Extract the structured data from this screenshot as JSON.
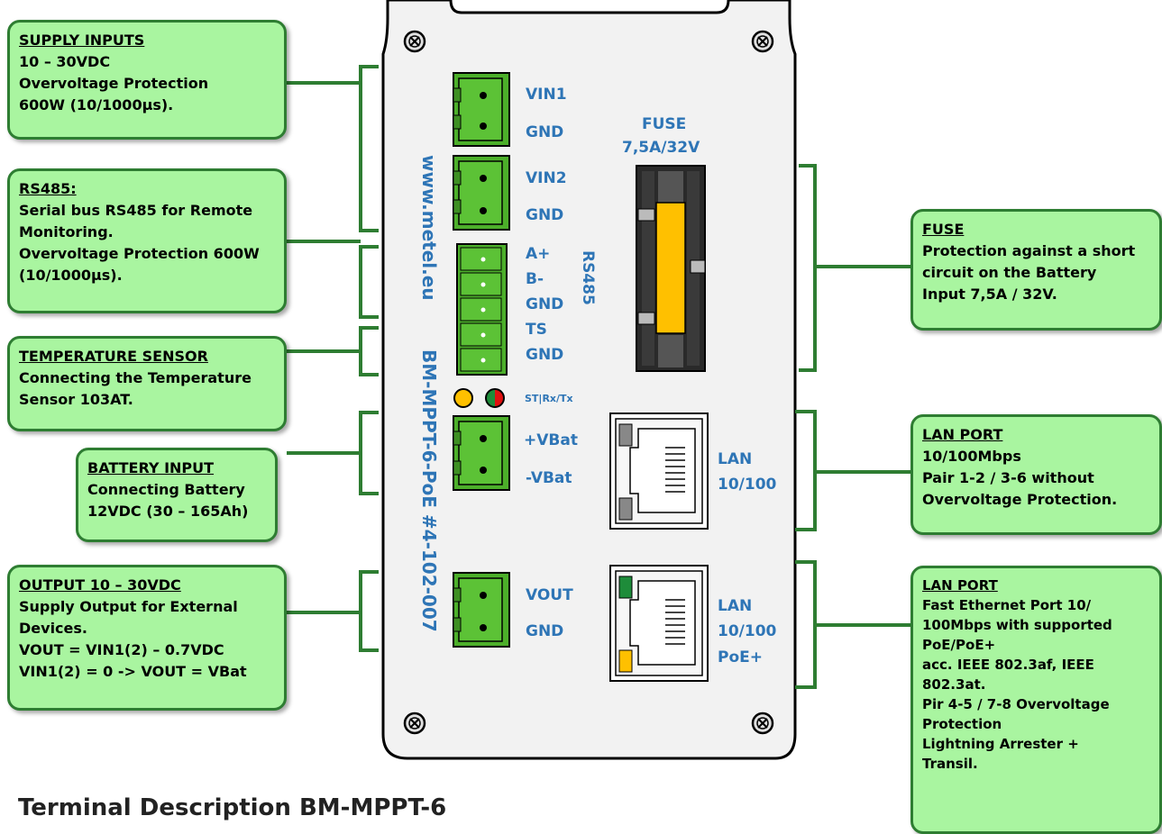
{
  "title": "Terminal Description BM-MPPT-6",
  "device": {
    "website": "www.metel.eu",
    "model": "BM-MPPT-6-PoE #4-102-007",
    "terminals": {
      "vin1": "VIN1",
      "gnd1": "GND",
      "vin2": "VIN2",
      "gnd2": "GND",
      "a_plus": "A+",
      "b_minus": "B-",
      "gnd3": "GND",
      "ts": "TS",
      "gnd4": "GND",
      "rs485": "RS485",
      "vbat_plus": "+VBat",
      "vbat_minus": "-VBat",
      "vout": "VOUT",
      "gnd5": "GND"
    },
    "leds_label": "ST|Rx/Tx",
    "fuse_label": [
      "FUSE",
      "7,5A/32V"
    ],
    "lan1_label": [
      "LAN",
      "10/100"
    ],
    "lan2_label": [
      "LAN",
      "10/100",
      "PoE+"
    ]
  },
  "callouts": {
    "supply": {
      "header": "SUPPLY INPUTS",
      "lines": [
        "10 – 30VDC",
        "Overvoltage Protection",
        "600W (10/1000µs)."
      ]
    },
    "rs485": {
      "header": "RS485:",
      "lines": [
        "Serial bus RS485 for Remote",
        "Monitoring.",
        "Overvoltage Protection 600W",
        "(10/1000µs)."
      ]
    },
    "temp": {
      "header": "TEMPERATURE SENSOR",
      "lines": [
        "Connecting the Temperature",
        "Sensor 103AT."
      ]
    },
    "battery": {
      "header": "BATTERY INPUT",
      "lines": [
        "Connecting Battery",
        "12VDC (30 – 165Ah)"
      ]
    },
    "output": {
      "header": "OUTPUT 10 – 30VDC",
      "lines": [
        "Supply Output for External",
        "Devices.",
        "VOUT = VIN1(2) – 0.7VDC",
        "VIN1(2) = 0 -> VOUT = VBat"
      ]
    },
    "fuse": {
      "header": "FUSE",
      "lines": [
        "Protection against a short",
        "circuit on the Battery",
        "Input 7,5A / 32V."
      ]
    },
    "lan1": {
      "header": "LAN PORT",
      "lines": [
        "10/100Mbps",
        "Pair 1-2 / 3-6 without",
        "Overvoltage Protection."
      ]
    },
    "lan2": {
      "header": "LAN PORT",
      "lines": [
        "Fast Ethernet Port 10/",
        "100Mbps with supported",
        "PoE/PoE+",
        "acc. IEEE 802.3af, IEEE",
        "802.3at.",
        "Pir 4-5 / 7-8 Overvoltage",
        "Protection",
        "Lightning Arrester +",
        "Transil."
      ]
    }
  },
  "colors": {
    "connector_green": "#4caf2a",
    "callout_fill": "#a9f5a0",
    "callout_border": "#2e7d32",
    "label_blue": "#2e75b6",
    "fuse_yellow": "#ffc000",
    "led_orange": "#ffc000",
    "led_red": "#e01010",
    "led_green": "#1e8c3a"
  }
}
